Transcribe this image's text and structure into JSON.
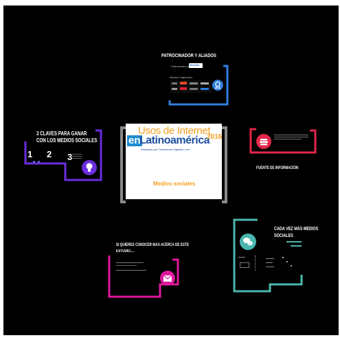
{
  "colors": {
    "background": "#000000",
    "blue": "#2f7fe0",
    "red": "#e3264a",
    "purple": "#6a2ee0",
    "teal": "#4ab7b0",
    "magenta": "#e0189e",
    "grey": "#8a8a8a"
  },
  "center": {
    "logo_line1": "Usos de Internet",
    "logo_en": "en",
    "logo_line2": "Latinoamérica",
    "logo_year": "2016",
    "logo_tagline": "Realizado por Tendencias Digitales.com",
    "subtitle": "Medios sociales"
  },
  "sponsors": {
    "title": "PATROCINADOR Y ALIADOS",
    "sponsored_by": "Patrocinado por:",
    "sponsor_brand": "Movistar",
    "allies_label": "Aliados regionales:",
    "icon": "award-badge-icon"
  },
  "claves": {
    "title_line1": "3 CLAVES PARA GANAR",
    "title_line2": "CON LOS MEDIOS SOCIALES",
    "num1": "1",
    "num2": "2",
    "num3": "3",
    "icon": "lightbulb-icon"
  },
  "fuente": {
    "title": "FUENTE DE INFORMACIÓN",
    "icon": "books-icon"
  },
  "cada_vez": {
    "title_line1": "CADA VEZ MÁS MEDIOS",
    "title_line2": "SOCIALES",
    "icon": "speech-bubbles-icon"
  },
  "estudio": {
    "title_line1": "SI QUIERES CONOCER MÁS ACERCA DE ESTE",
    "title_line2": "ESTUDIO....",
    "icon": "mail-icon"
  }
}
